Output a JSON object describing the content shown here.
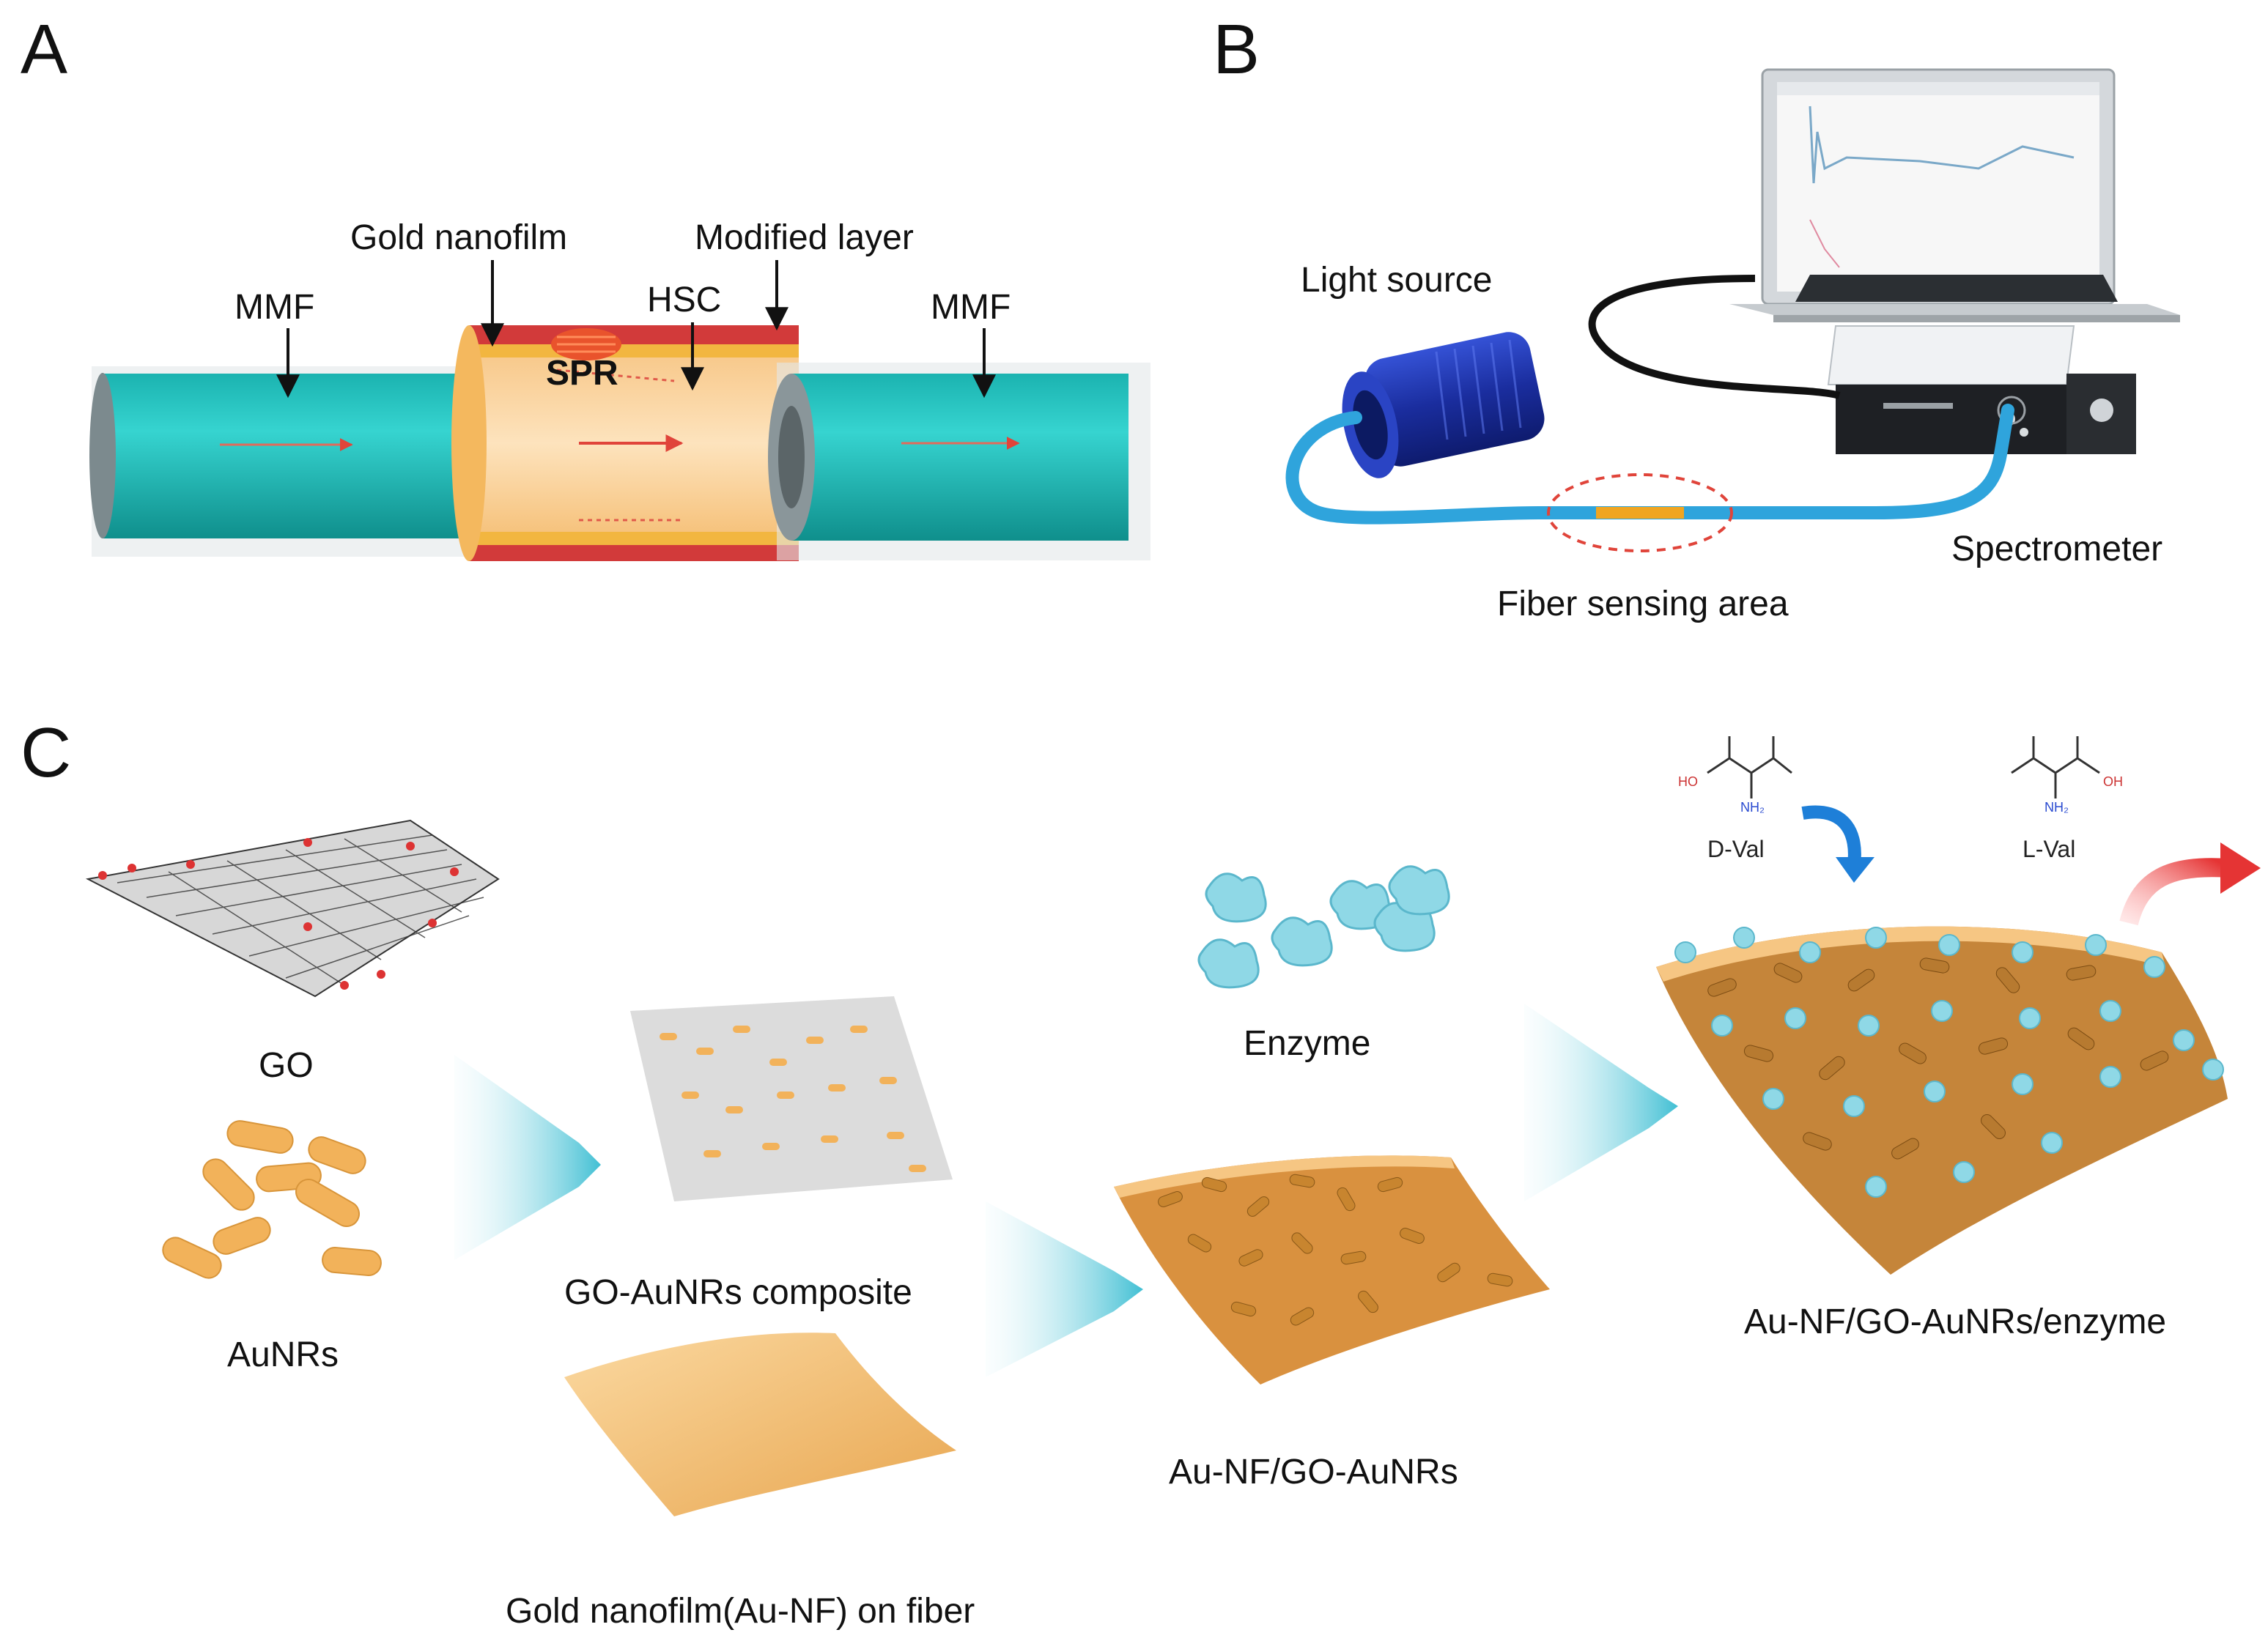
{
  "panels": {
    "a": {
      "letter": "A",
      "labels": {
        "mmf_left": "MMF",
        "gold_nanofilm": "Gold nanofilm",
        "modified_layer": "Modified layer",
        "hsc": "HSC",
        "spr": "SPR",
        "mmf_right": "MMF"
      }
    },
    "b": {
      "letter": "B",
      "labels": {
        "light_source": "Light source",
        "spectrometer": "Spectrometer",
        "fiber_sensing_area": "Fiber sensing area"
      }
    },
    "c": {
      "letter": "C",
      "labels": {
        "go": "GO",
        "aunrs": "AuNRs",
        "go_aunrs_composite": "GO-AuNRs composite",
        "gold_nanofilm_on_fiber": "Gold nanofilm(Au-NF) on fiber",
        "au_nf_go_aunrs": "Au-NF/GO-AuNRs",
        "enzyme": "Enzyme",
        "au_nf_go_aunrs_enzyme": "Au-NF/GO-AuNRs/enzyme",
        "d_val": "D-Val",
        "l_val": "L-Val",
        "ho": "HO",
        "oh": "OH",
        "nh2": "NH₂"
      }
    }
  },
  "colors": {
    "fiber_cyan": "#1fb8b5",
    "gold": "#f2b25a",
    "modified_layer_red": "#d23a3a",
    "light_source_blue": "#1e3ca8",
    "cable_blue": "#2fa4dc",
    "enzyme_cyan": "#8fd8e6",
    "arrow_blue": "#1e7fd8",
    "arrow_red": "#e53434"
  }
}
